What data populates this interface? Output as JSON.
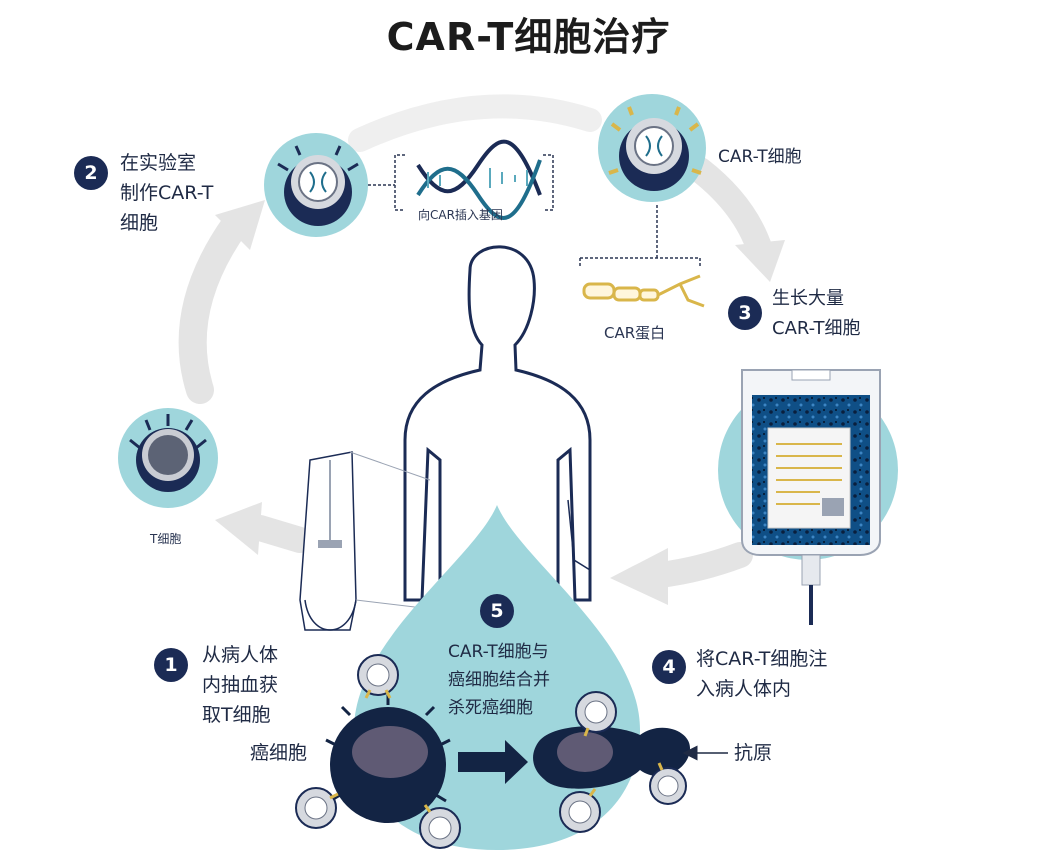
{
  "title": "CAR-T细胞治疗",
  "steps": [
    {
      "number": "1",
      "lines": [
        "从病人体",
        "内抽血获",
        "取T细胞"
      ]
    },
    {
      "number": "2",
      "lines": [
        "在实验室",
        "制作CAR-T",
        "细胞"
      ]
    },
    {
      "number": "3",
      "lines": [
        "生长大量",
        "CAR-T细胞"
      ]
    },
    {
      "number": "4",
      "lines": [
        "将CAR-T细胞注",
        "入病人体内"
      ]
    },
    {
      "number": "5",
      "lines": [
        "CAR-T细胞与",
        "癌细胞结合并",
        "杀死癌细胞"
      ]
    }
  ],
  "labels": {
    "t_cell": "T细胞",
    "insert_gene": "向CAR插入基因",
    "car_t_cell": "CAR-T细胞",
    "car_protein": "CAR蛋白",
    "cancer_cell": "癌细胞",
    "antigen": "抗原"
  },
  "colors": {
    "teal": "#9fd6dc",
    "navy": "#1b2b55",
    "dna": "#1f6e8c",
    "arrow": "#e4e4e4",
    "protein": "#d9b64a"
  }
}
